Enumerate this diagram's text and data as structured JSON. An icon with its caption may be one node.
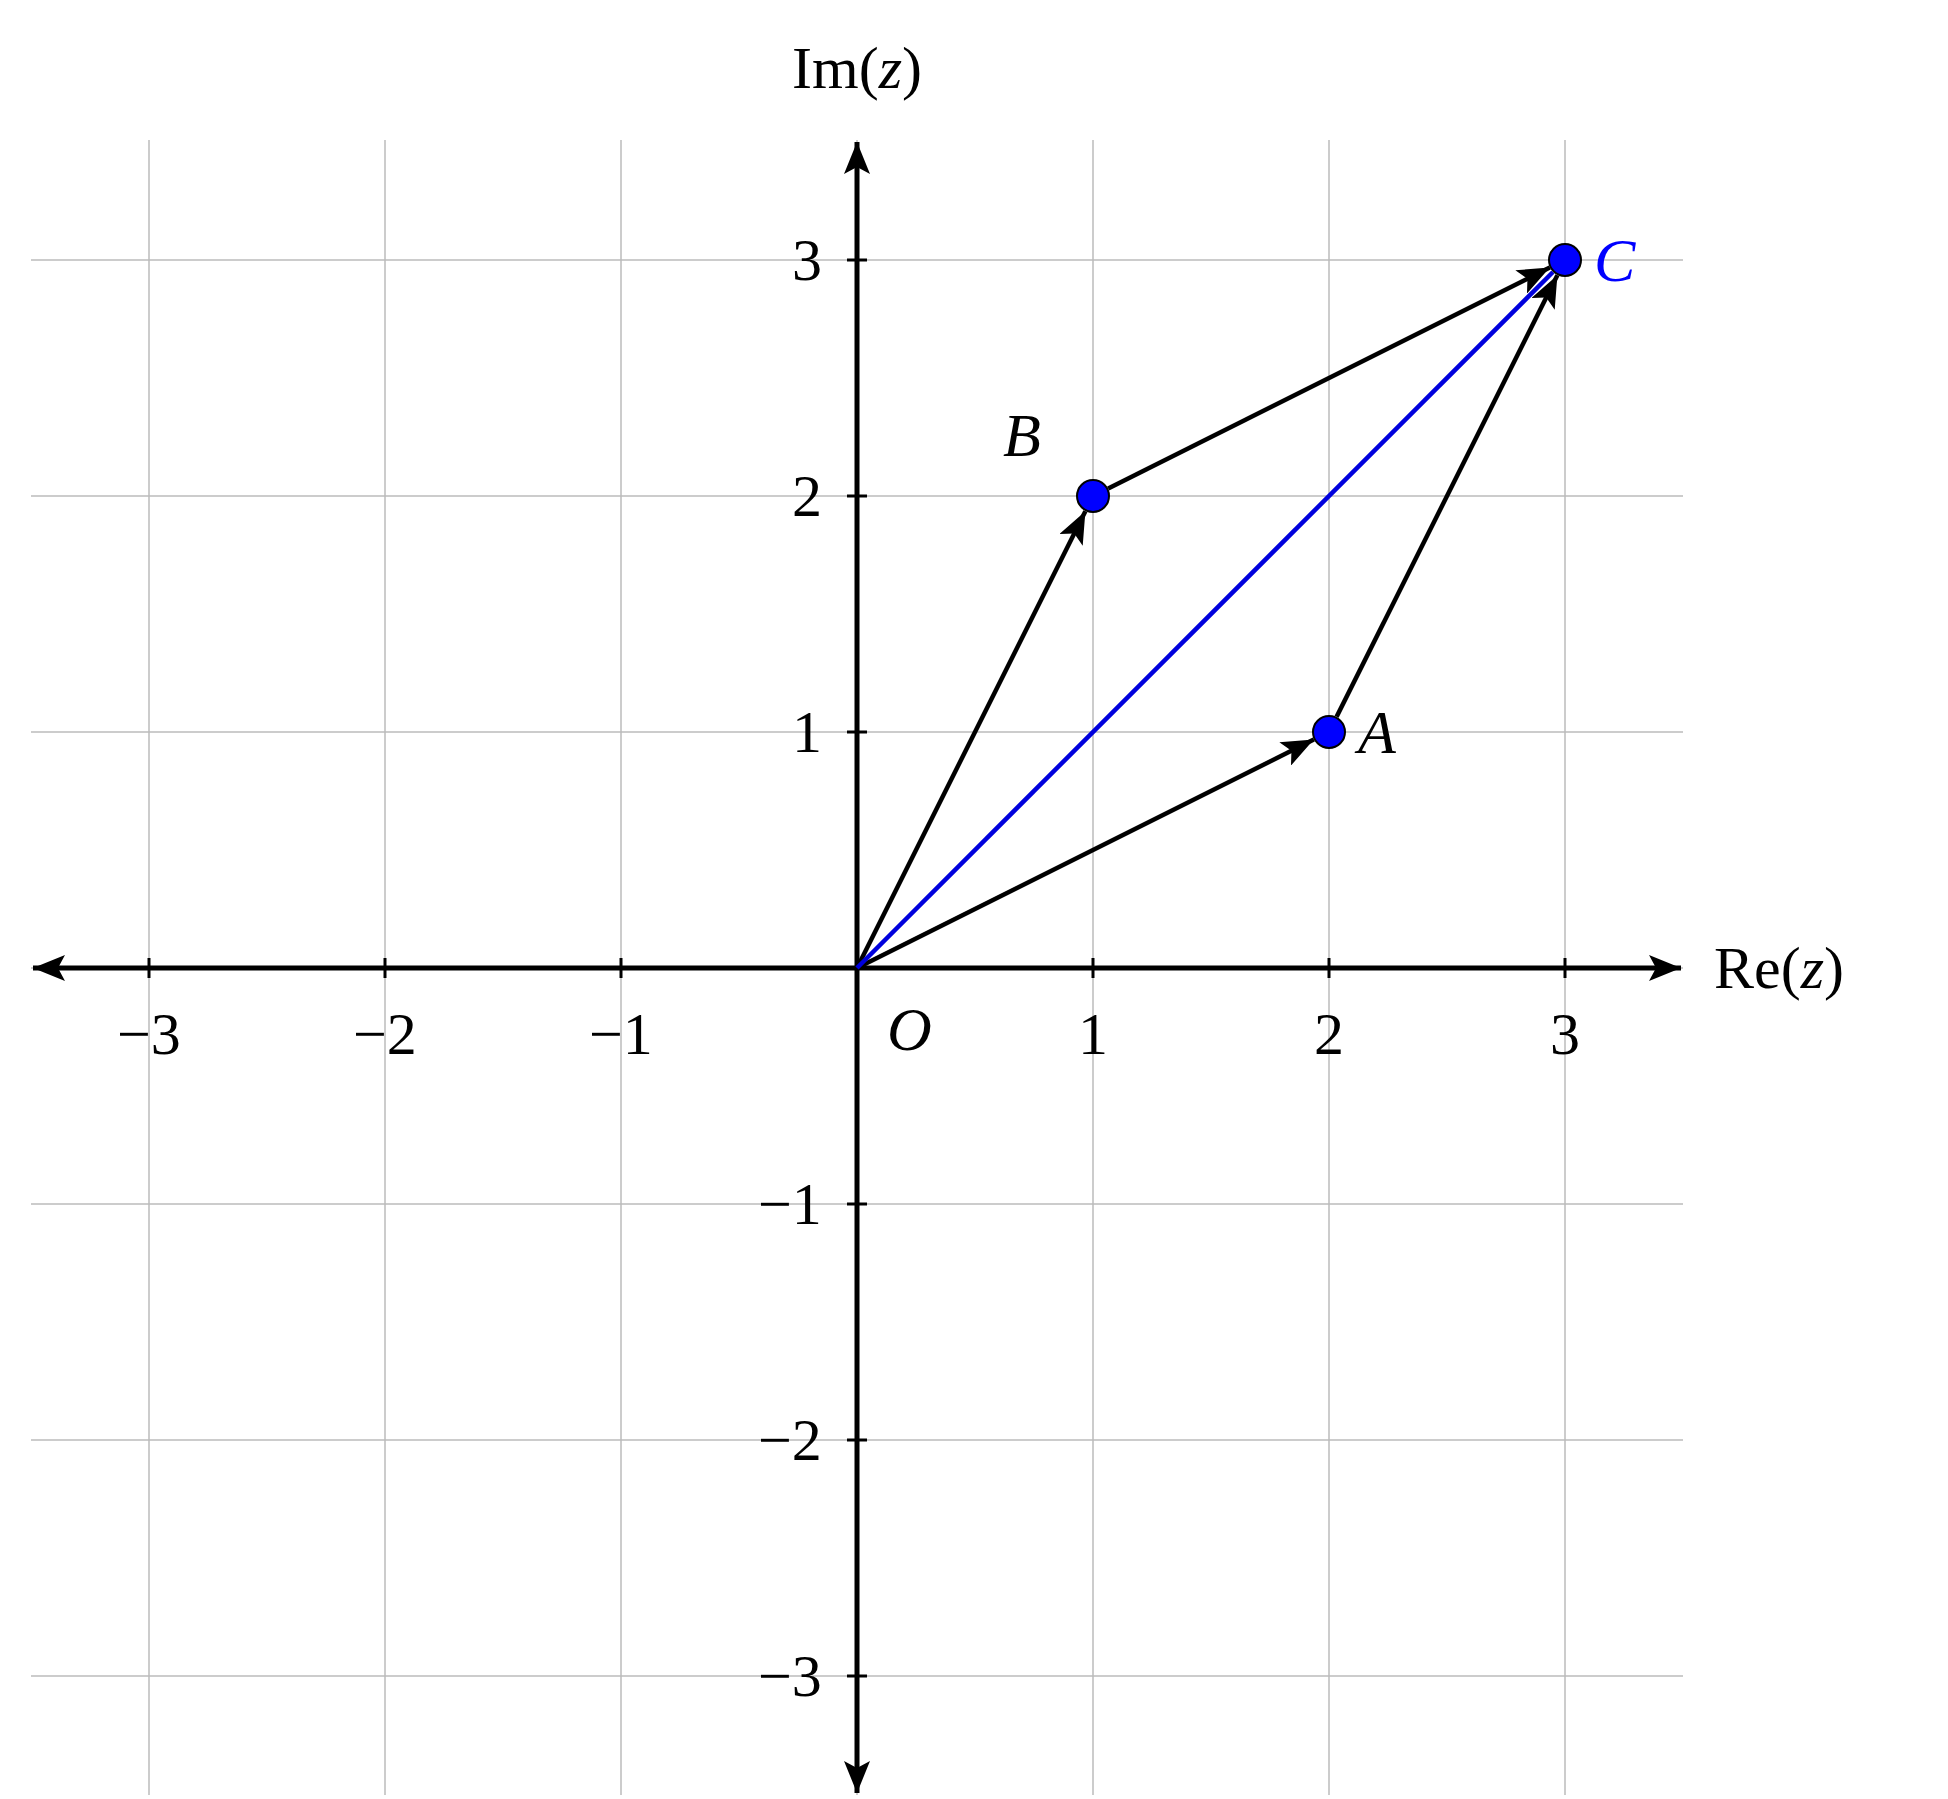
{
  "diagram": {
    "nodes": [
      {
        "text": [
          "C"
        ]
      },
      {
        "text": [
          "B"
        ]
      },
      {
        "text": [
          "A"
        ]
      },
      {
        "text": [
          "O"
        ]
      }
    ],
    "edges": [
      {
        "from": 3,
        "to": 2,
        "arrow": "to"
      },
      {
        "from": 3,
        "to": 1,
        "arrow": "to"
      },
      {
        "from": 1,
        "to": 0,
        "arrow": "to"
      },
      {
        "from": 2,
        "to": 0,
        "arrow": "to"
      },
      {
        "from": 3,
        "to": 0,
        "arrow": "none",
        "color": "#0000dd"
      }
    ],
    "labels": [
      "Im(*z*)",
      "3",
      "2",
      "1",
      "Re(*z*)",
      "−3",
      "−2",
      "−1",
      "1",
      "2",
      "3",
      "−1",
      "−2",
      "−3"
    ]
  }
}
